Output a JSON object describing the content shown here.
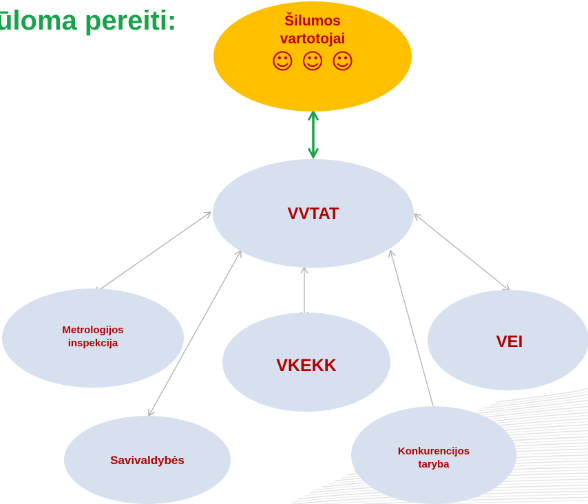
{
  "title": "ūloma pereiti:",
  "nodes": {
    "consumers": {
      "line1": "Šilumos",
      "line2": "vartotojai",
      "smileys": "☺ ☺ ☺",
      "fill": "#ffc000"
    },
    "vvtat": {
      "label": "VVTAT"
    },
    "metrologija": {
      "line1": "Metrologijos",
      "line2": "inspekcija"
    },
    "vkekk": {
      "label": "VKEKK"
    },
    "vei": {
      "label": "VEI"
    },
    "savivaldybes": {
      "label": "Savivaldybės"
    },
    "konkurencija": {
      "line1": "Konkurencijos",
      "line2": "taryba"
    }
  },
  "colors": {
    "title": "#18a34a",
    "node_fill": "#d6e0ee",
    "label_text": "#b00000",
    "main_link": "#18a34a",
    "links": "#b5b5b5"
  }
}
